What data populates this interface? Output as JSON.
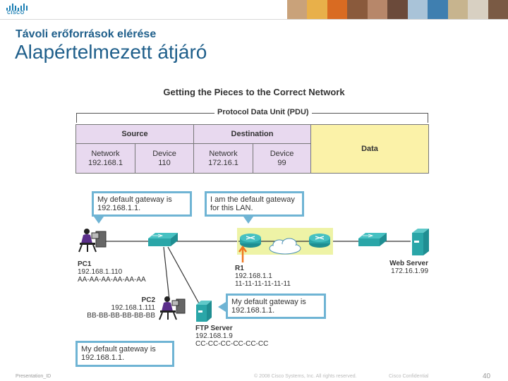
{
  "header": {
    "logo_text": "CISCO",
    "subtitle": "Távoli erőforrások elérése",
    "title": "Alapértelmezett átjáró"
  },
  "figure": {
    "title": "Getting the Pieces to the Correct Network",
    "pdu_label": "Protocol Data Unit (PDU)",
    "pdu": {
      "source": "Source",
      "destination": "Destination",
      "data": "Data",
      "src_network_label": "Network",
      "src_network_value": "192.168.1",
      "src_device_label": "Device",
      "src_device_value": "110",
      "dst_network_label": "Network",
      "dst_network_value": "172.16.1",
      "dst_device_label": "Device",
      "dst_device_value": "99"
    },
    "bubbles": {
      "pc1": [
        "My default gateway is",
        "192.168.1.1."
      ],
      "r1": [
        "I am the default gateway",
        "for this LAN."
      ],
      "ftp": [
        "My default gateway is",
        "192.168.1.1."
      ],
      "pc2": [
        "My default gateway is",
        "192.168.1.1."
      ]
    },
    "devices": {
      "pc1": {
        "name": "PC1",
        "ip": "192.168.1.110",
        "mac": "AA-AA-AA-AA-AA-AA"
      },
      "pc2": {
        "name": "PC2",
        "ip": "192.168.1.111",
        "mac": "BB-BB-BB-BB-BB-BB"
      },
      "r1": {
        "name": "R1",
        "ip": "192.168.1.1",
        "mac": "11-11-11-11-11-11"
      },
      "ftp": {
        "name": "FTP Server",
        "ip": "192.168.1.9",
        "mac": "CC-CC-CC-CC-CC-CC"
      },
      "web": {
        "name": "Web Server",
        "ip": "172.16.1.99"
      }
    }
  },
  "footer": {
    "left": "Presentation_ID",
    "middle": "© 2008 Cisco Systems, Inc. All rights reserved.",
    "right": "Cisco Confidential",
    "page": "40"
  },
  "colors": {
    "title_blue": "#1f5f8b",
    "pdu_header": "#e8d9ef",
    "pdu_data": "#fbf2a8",
    "bubble_border": "#6fb4d4",
    "router_highlight": "#eef3a6",
    "device_teal": "#2aa6a8"
  }
}
